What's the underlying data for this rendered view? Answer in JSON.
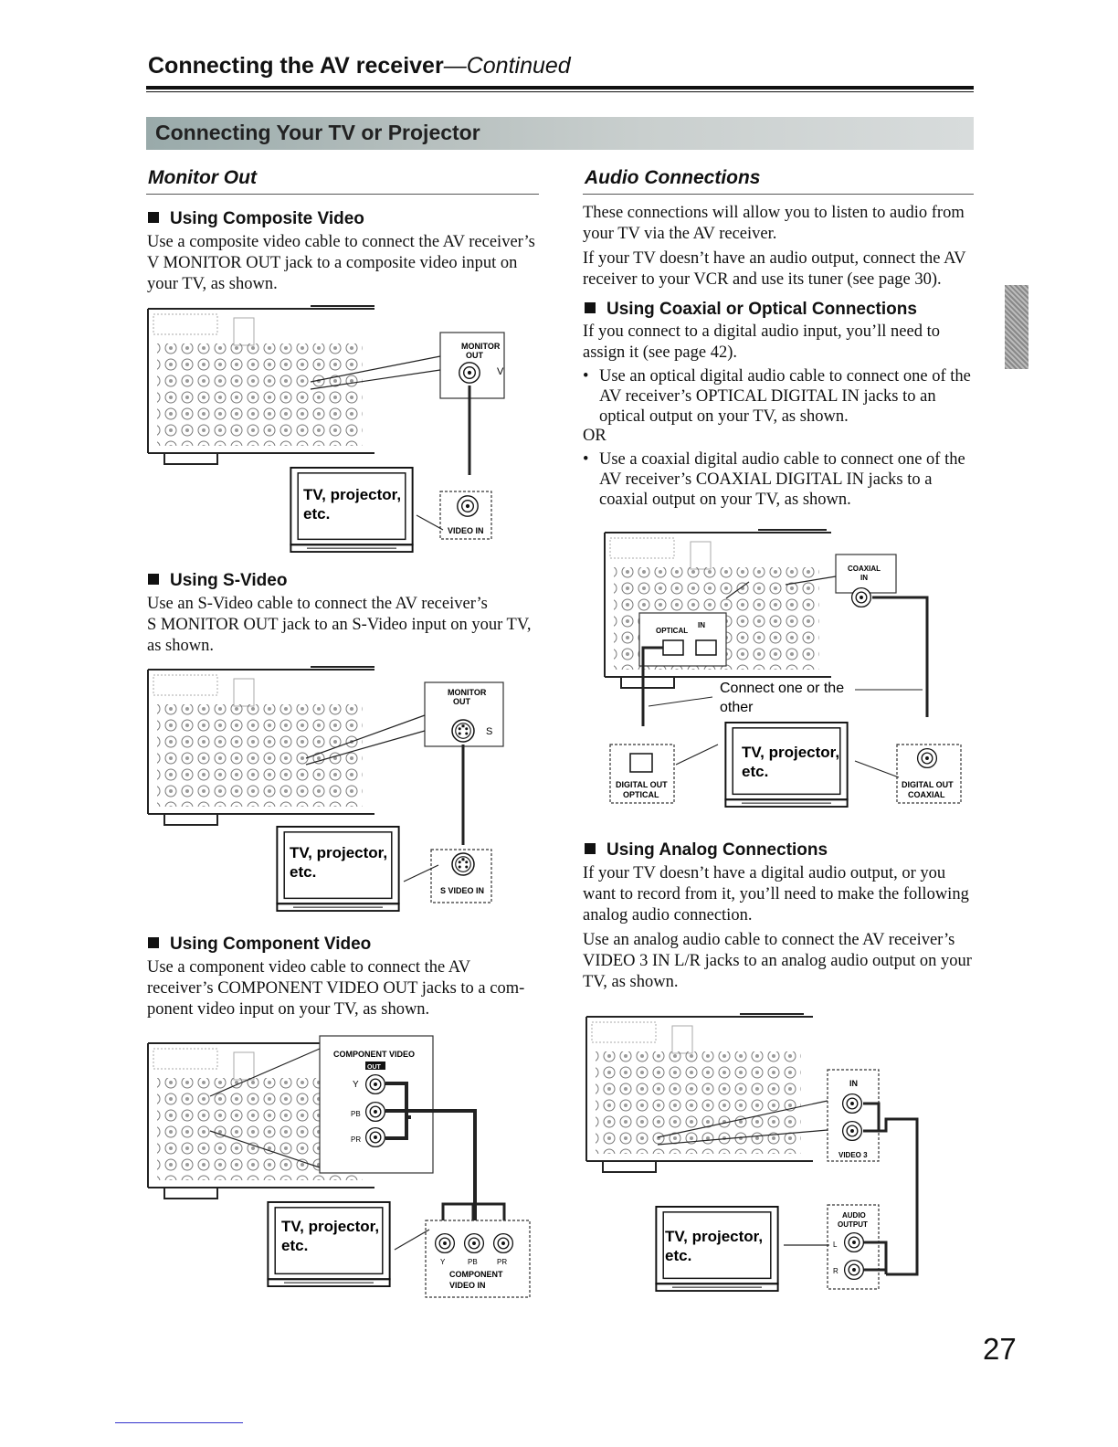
{
  "header": {
    "title": "Connecting the AV receiver",
    "subtitle": "—Continued"
  },
  "banner": "Connecting Your TV or Projector",
  "left": {
    "heading": "Monitor Out",
    "composite": {
      "title": "Using Composite Video",
      "text": [
        "Use a composite video cable to connect the AV receiver’s",
        "V MONITOR OUT jack to a composite video input on",
        "your TV, as shown."
      ],
      "fig": {
        "out_label1": "MONITOR",
        "out_label2": "OUT",
        "jack": "V",
        "tv1": "TV, projector,",
        "tv2": "etc.",
        "in_label": "VIDEO IN"
      }
    },
    "svideo": {
      "title": "Using S-Video",
      "text": [
        "Use an S-Video cable to connect the AV receiver’s",
        "S MONITOR OUT jack to an S-Video input on your TV,",
        "as shown."
      ],
      "fig": {
        "out_label1": "MONITOR",
        "out_label2": "OUT",
        "jack": "S",
        "tv1": "TV, projector,",
        "tv2": "etc.",
        "in_label": "S VIDEO IN"
      }
    },
    "component": {
      "title": "Using Component Video",
      "text": [
        "Use a component video cable to connect the AV",
        "receiver’s COMPONENT VIDEO OUT jacks to a com-",
        "ponent video input on your TV, as shown."
      ],
      "fig": {
        "out_title": "COMPONENT VIDEO",
        "out_badge": "OUT",
        "y": "Y",
        "pb": "PB",
        "pr": "PR",
        "tv1": "TV, projector,",
        "tv2": "etc.",
        "in1": "COMPONENT",
        "in2": "VIDEO  IN"
      }
    }
  },
  "right": {
    "heading": "Audio Connections",
    "intro1": [
      "These connections will allow you to listen to audio from",
      "your TV via the AV receiver."
    ],
    "intro2": [
      "If your TV doesn’t have an audio output, connect the AV",
      "receiver to your VCR and use its tuner (see page 30)."
    ],
    "digital": {
      "title": "Using Coaxial or Optical Connections",
      "text": [
        "If you connect to a digital audio input, you’ll need to",
        "assign it (see page 42)."
      ],
      "bullet1": [
        "Use an optical digital audio cable to connect one of the",
        "AV receiver’s OPTICAL DIGITAL IN jacks to an",
        "optical output on your TV, as shown."
      ],
      "or": "OR",
      "bullet2": [
        "Use a coaxial digital audio cable to connect one of the",
        "AV receiver’s COAXIAL DIGITAL IN jacks to a",
        "coaxial output on your TV, as shown."
      ],
      "fig": {
        "coax1": "COAXIAL",
        "coax2": "IN",
        "opt1": "OPTICAL",
        "opt2": "IN",
        "note1": "Connect one or the",
        "note2": "other",
        "tv1": "TV, projector,",
        "tv2": "etc.",
        "optout1": "DIGITAL OUT",
        "optout2": "OPTICAL",
        "coaxout1": "DIGITAL OUT",
        "coaxout2": "COAXIAL"
      }
    },
    "analog": {
      "title": "Using Analog Connections",
      "text1": [
        "If your TV doesn’t have a digital audio output, or you",
        "want to record from it, you’ll need to make the following",
        "analog audio connection."
      ],
      "text2": [
        "Use an analog audio cable to connect the AV receiver’s",
        "VIDEO 3 IN L/R jacks to an analog audio output on your",
        "TV, as shown."
      ],
      "fig": {
        "in": "IN",
        "video3": "VIDEO 3",
        "audio1": "AUDIO",
        "audio2": "OUTPUT",
        "l": "L",
        "r": "R",
        "tv1": "TV, projector,",
        "tv2": "etc."
      }
    }
  },
  "page_number": "27"
}
